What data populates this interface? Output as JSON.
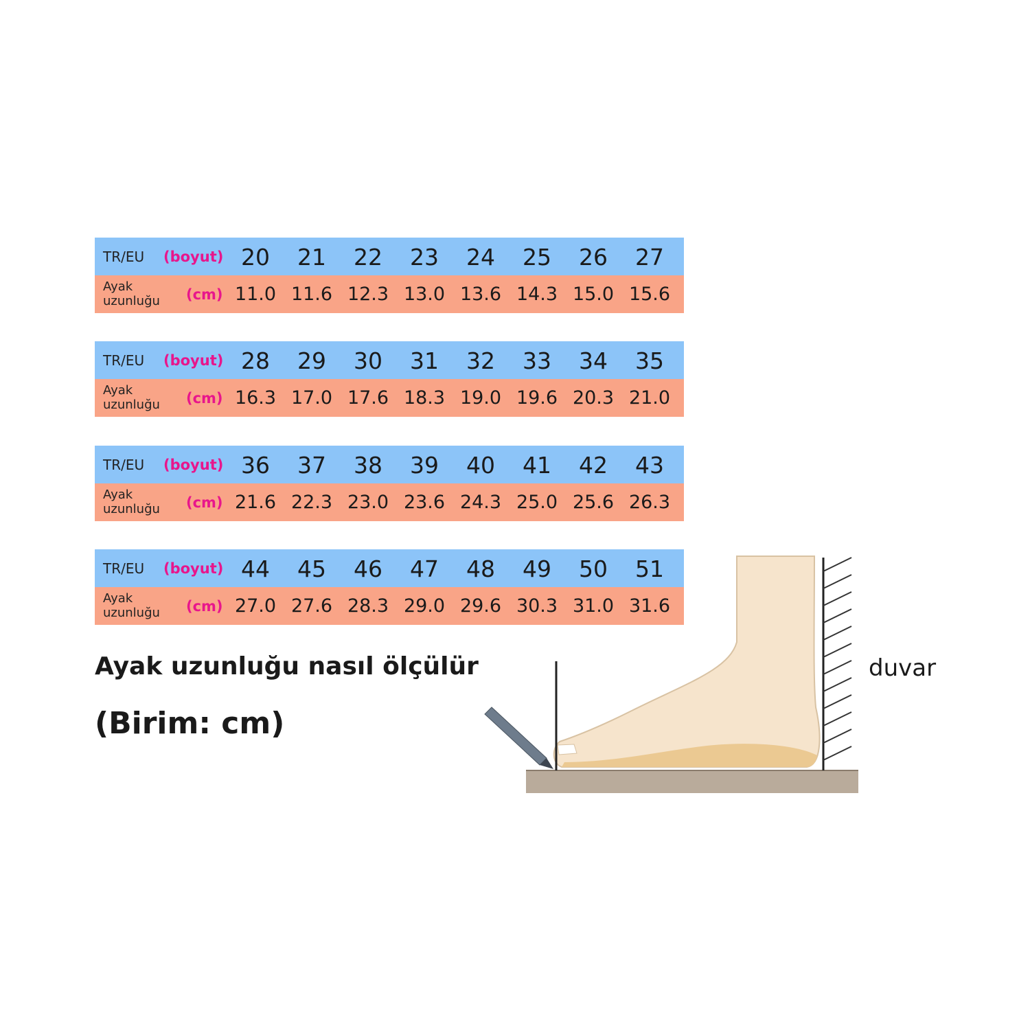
{
  "tables": [
    {
      "size_label": "TR/EU",
      "size_unit": "(boyut)",
      "length_label_1": "Ayak",
      "length_label_2": "uzunluğu",
      "length_unit": "(cm)",
      "sizes": [
        "20",
        "21",
        "22",
        "23",
        "24",
        "25",
        "26",
        "27"
      ],
      "lengths": [
        "11.0",
        "11.6",
        "12.3",
        "13.0",
        "13.6",
        "14.3",
        "15.0",
        "15.6"
      ]
    },
    {
      "size_label": "TR/EU",
      "size_unit": "(boyut)",
      "length_label_1": "Ayak",
      "length_label_2": "uzunluğu",
      "length_unit": "(cm)",
      "sizes": [
        "28",
        "29",
        "30",
        "31",
        "32",
        "33",
        "34",
        "35"
      ],
      "lengths": [
        "16.3",
        "17.0",
        "17.6",
        "18.3",
        "19.0",
        "19.6",
        "20.3",
        "21.0"
      ]
    },
    {
      "size_label": "TR/EU",
      "size_unit": "(boyut)",
      "length_label_1": "Ayak",
      "length_label_2": "uzunluğu",
      "length_unit": "(cm)",
      "sizes": [
        "36",
        "37",
        "38",
        "39",
        "40",
        "41",
        "42",
        "43"
      ],
      "lengths": [
        "21.6",
        "22.3",
        "23.0",
        "23.6",
        "24.3",
        "25.0",
        "25.6",
        "26.3"
      ]
    },
    {
      "size_label": "TR/EU",
      "size_unit": "(boyut)",
      "length_label_1": "Ayak",
      "length_label_2": "uzunluğu",
      "length_unit": "(cm)",
      "sizes": [
        "44",
        "45",
        "46",
        "47",
        "48",
        "49",
        "50",
        "51"
      ],
      "lengths": [
        "27.0",
        "27.6",
        "28.3",
        "29.0",
        "29.6",
        "30.3",
        "31.0",
        "31.6"
      ]
    }
  ],
  "heading": "Ayak uzunluğu nasıl ölçülür",
  "unit_note": "(Birim: cm)",
  "wall_label": "duvar",
  "colors": {
    "size_row": "#8cc4f8",
    "length_row": "#f9a487",
    "unit_text": "#e8168c"
  }
}
